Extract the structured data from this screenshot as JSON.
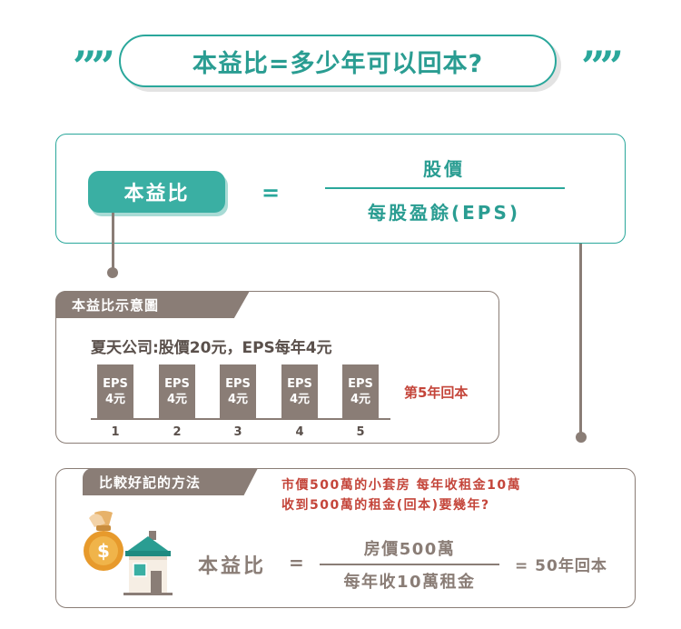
{
  "title": {
    "text": "本益比=多少年可以回本?",
    "quote_left": "””",
    "quote_right": "””"
  },
  "formula": {
    "label": "本益比",
    "equals": "=",
    "numerator": "股價",
    "denominator": "每股盈餘(EPS)"
  },
  "diagram": {
    "tab_label": "本益比示意圖",
    "description": "夏天公司:股價20元，EPS每年4元",
    "bars": [
      {
        "line1": "EPS",
        "line2": "4元",
        "year": "1"
      },
      {
        "line1": "EPS",
        "line2": "4元",
        "year": "2"
      },
      {
        "line1": "EPS",
        "line2": "4元",
        "year": "3"
      },
      {
        "line1": "EPS",
        "line2": "4元",
        "year": "4"
      },
      {
        "line1": "EPS",
        "line2": "4元",
        "year": "5"
      }
    ],
    "result": "第5年回本"
  },
  "example": {
    "tab_label": "比較好記的方法",
    "question_line1": "市價500萬的小套房 每年收租金10萬",
    "question_line2": "收到500萬的租金(回本)要幾年?",
    "label": "本益比",
    "equals": "=",
    "numerator": "房價500萬",
    "denominator": "每年收10萬租金",
    "result": "= 50年回本",
    "coin_symbol": "$"
  },
  "colors": {
    "teal": "#2aa79b",
    "brown": "#8a7d76",
    "red": "#c4453a"
  }
}
